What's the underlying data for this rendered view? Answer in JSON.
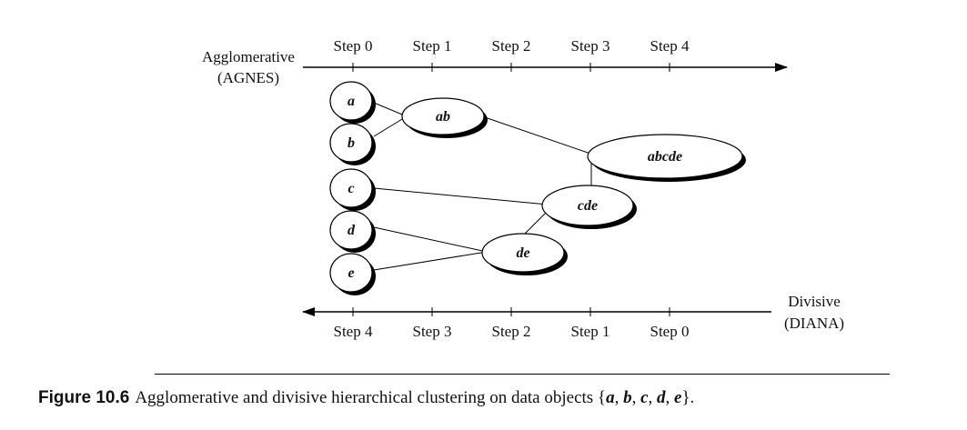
{
  "agglomerative": {
    "label_line1": "Agglomerative",
    "label_line2": "(AGNES)",
    "steps": [
      "Step 0",
      "Step 1",
      "Step 2",
      "Step 3",
      "Step 4"
    ]
  },
  "divisive": {
    "label_line1": "Divisive",
    "label_line2": "(DIANA)",
    "steps": [
      "Step 4",
      "Step 3",
      "Step 2",
      "Step 1",
      "Step 0"
    ]
  },
  "nodes": {
    "a": "a",
    "b": "b",
    "c": "c",
    "d": "d",
    "e": "e",
    "ab": "ab",
    "de": "de",
    "cde": "cde",
    "abcde": "abcde"
  },
  "caption": {
    "figure_label": "Figure 10.6",
    "text": "Agglomerative and divisive hierarchical clustering on data objects {",
    "objects": [
      "a",
      "b",
      "c",
      "d",
      "e"
    ],
    "closing": "}."
  }
}
